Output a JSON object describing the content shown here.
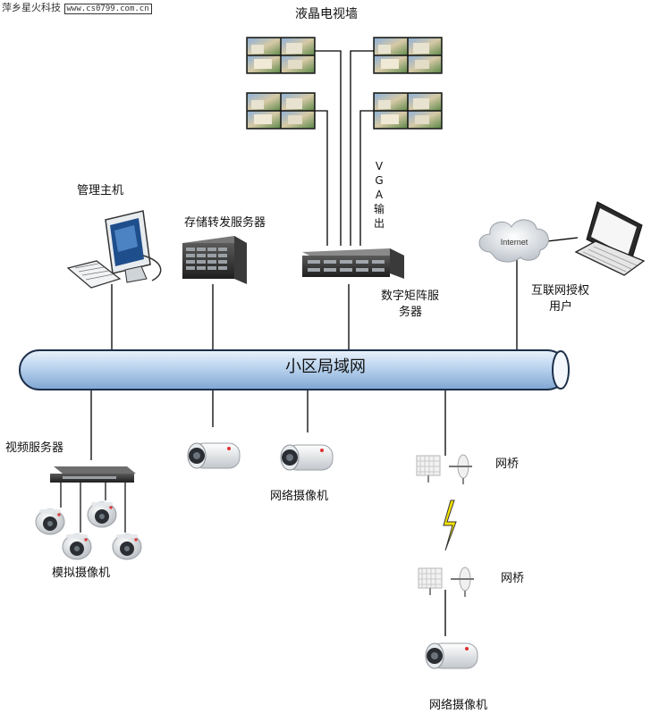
{
  "watermark": {
    "brand": "萍乡星火科技",
    "url": "www.cs0799.com.cn"
  },
  "labels": {
    "lcd_wall": "液晶电视墙",
    "mgmt_host": "管理主机",
    "storage_server": "存储转发服务器",
    "matrix_server_line1": "数字矩阵服",
    "matrix_server_line2": "务器",
    "internet_user_line1": "互联网授权",
    "internet_user_line2": "用户",
    "lan": "小区局域网",
    "video_server": "视频服务器",
    "analog_camera": "模拟摄像机",
    "network_camera_1": "网络摄像机",
    "network_bridge_1": "网桥",
    "network_bridge_2": "网桥",
    "network_camera_2": "网络摄像机",
    "vga": [
      "V",
      "G",
      "A",
      "输",
      "出"
    ],
    "internet_cloud": "Internet"
  }
}
